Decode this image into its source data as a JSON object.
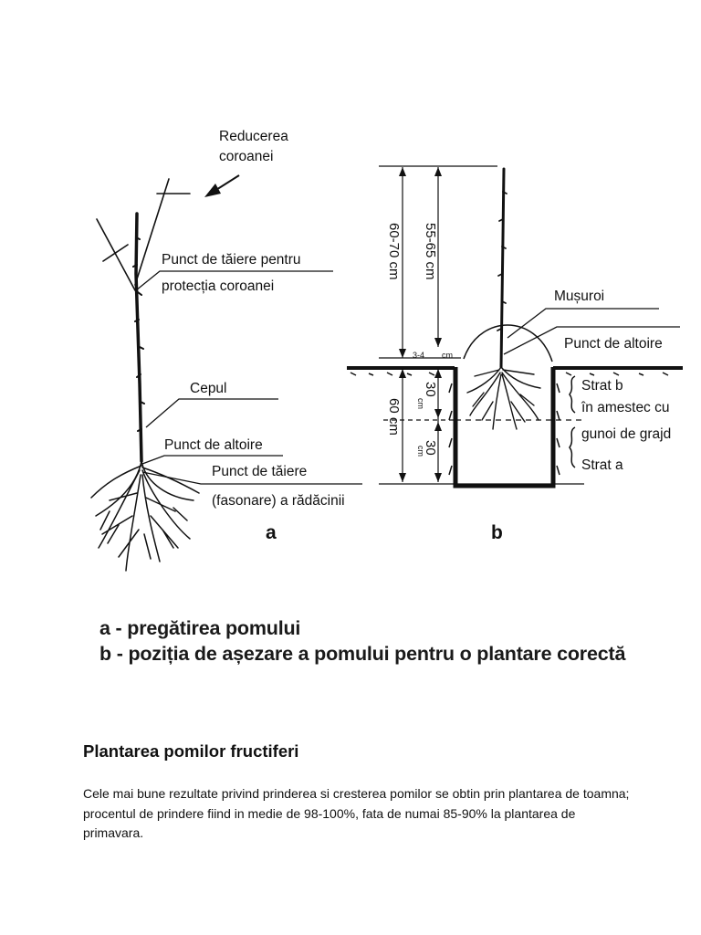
{
  "figure": {
    "a": {
      "letter": "a",
      "crown_reduction": [
        "Reducerea",
        "coroanei"
      ],
      "cut_point_crown": [
        "Punct de tăiere pentru",
        "protecția coroanei"
      ],
      "stub": "Cepul",
      "graft_point": "Punct de altoire",
      "root_cut": [
        "Punct de tăiere",
        "(fasonare) a rădăcinii"
      ]
    },
    "b": {
      "letter": "b",
      "mound": "Mușuroi",
      "graft_point": "Punct de altoire",
      "layer_b": [
        "Strat b",
        "în amestec cu",
        "gunoi de grajd"
      ],
      "layer_a": "Strat a",
      "dim_60_70": "60-70 cm",
      "dim_55_65": "55-65 cm",
      "dim_3_4": "3-4",
      "dim_3_4_unit": "cm",
      "dim_60": "60 cm",
      "dim_30_top": "30",
      "dim_30_top_unit": "cm",
      "dim_30_bottom": "30",
      "dim_30_bottom_unit": "cm"
    }
  },
  "captions": {
    "a": "a - pregătirea pomului",
    "b": "b - poziția de așezare a pomului pentru o plantare corectă"
  },
  "section": {
    "title": "Plantarea pomilor fructiferi",
    "paragraph": "Cele mai bune rezultate privind prinderea si cresterea pomilor se obtin prin plantarea de toamna; procentul de prindere fiind in medie de 98-100%, fata de numai 85-90% la plantarea de primavara."
  }
}
